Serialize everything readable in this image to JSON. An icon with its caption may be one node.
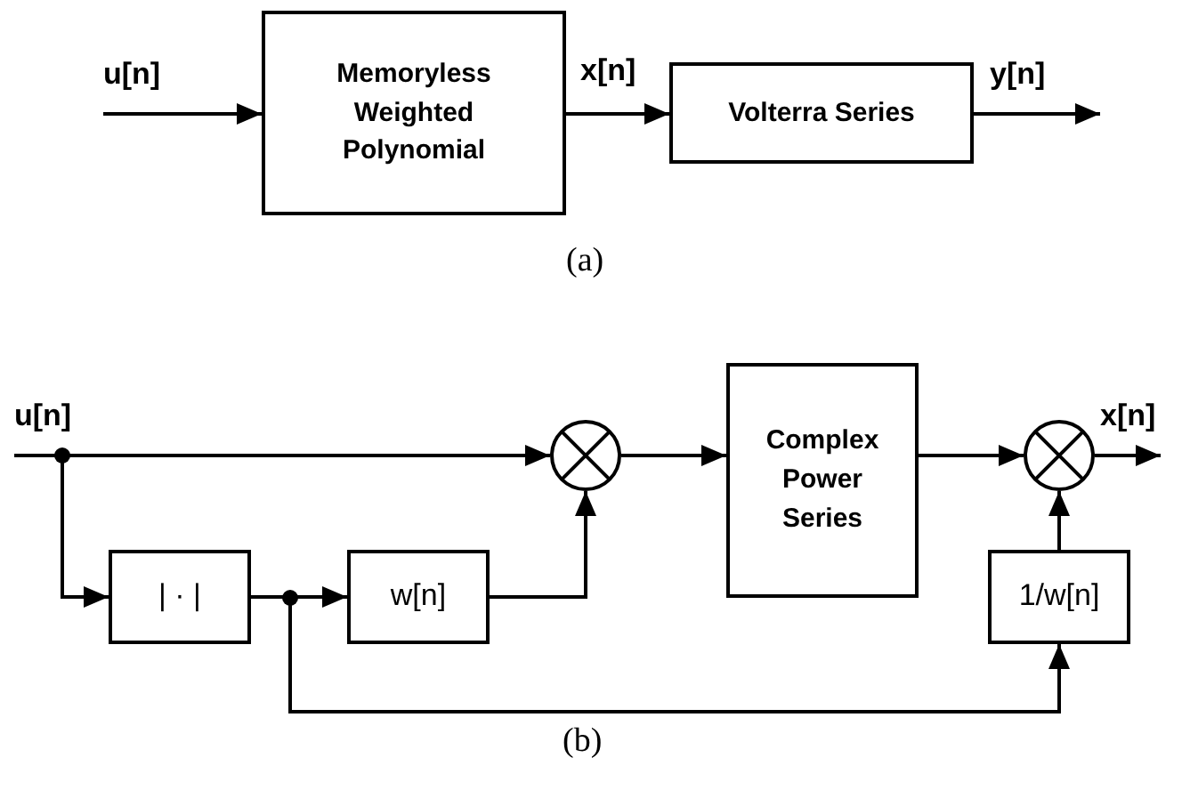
{
  "diagram": {
    "nodes": [
      {
        "text": [
          "Memoryless Weighted Polynomial"
        ]
      },
      {
        "text": [
          "Volterra Series"
        ]
      },
      {
        "text": [
          "Complex Power Series"
        ]
      },
      {
        "text": [
          "| · |"
        ]
      },
      {
        "text": [
          "w[n]"
        ]
      },
      {
        "text": [
          "1/w[n]"
        ]
      },
      {
        "text": [],
        "shape": "circle"
      },
      {
        "text": [],
        "shape": "circle"
      },
      {
        "text": [
          "u[n]"
        ]
      },
      {
        "text": [
          "y[n]"
        ]
      },
      {
        "text": [
          "u[n]"
        ]
      },
      {
        "text": [
          "x[n]"
        ]
      }
    ],
    "edges": [
      {
        "from": 8,
        "to": 0,
        "arrow": "to"
      },
      {
        "from": 0,
        "to": 1,
        "arrow": "to"
      },
      {
        "from": 1,
        "to": 9,
        "arrow": "to"
      },
      {
        "from": 10,
        "to": 6,
        "arrow": "to"
      },
      {
        "from": 10,
        "to": 3,
        "arrow": "to"
      },
      {
        "from": 3,
        "to": 4,
        "arrow": "to"
      },
      {
        "from": 3,
        "to": 5,
        "arrow": "to"
      },
      {
        "from": 4,
        "to": 6,
        "arrow": "to"
      },
      {
        "from": 6,
        "to": 2,
        "arrow": "to"
      },
      {
        "from": 2,
        "to": 7,
        "arrow": "to"
      },
      {
        "from": 5,
        "to": 7,
        "arrow": "to"
      },
      {
        "from": 7,
        "to": 11,
        "arrow": "to"
      }
    ],
    "labels": [
      "x[n]",
      "(a)",
      "(b)"
    ]
  }
}
